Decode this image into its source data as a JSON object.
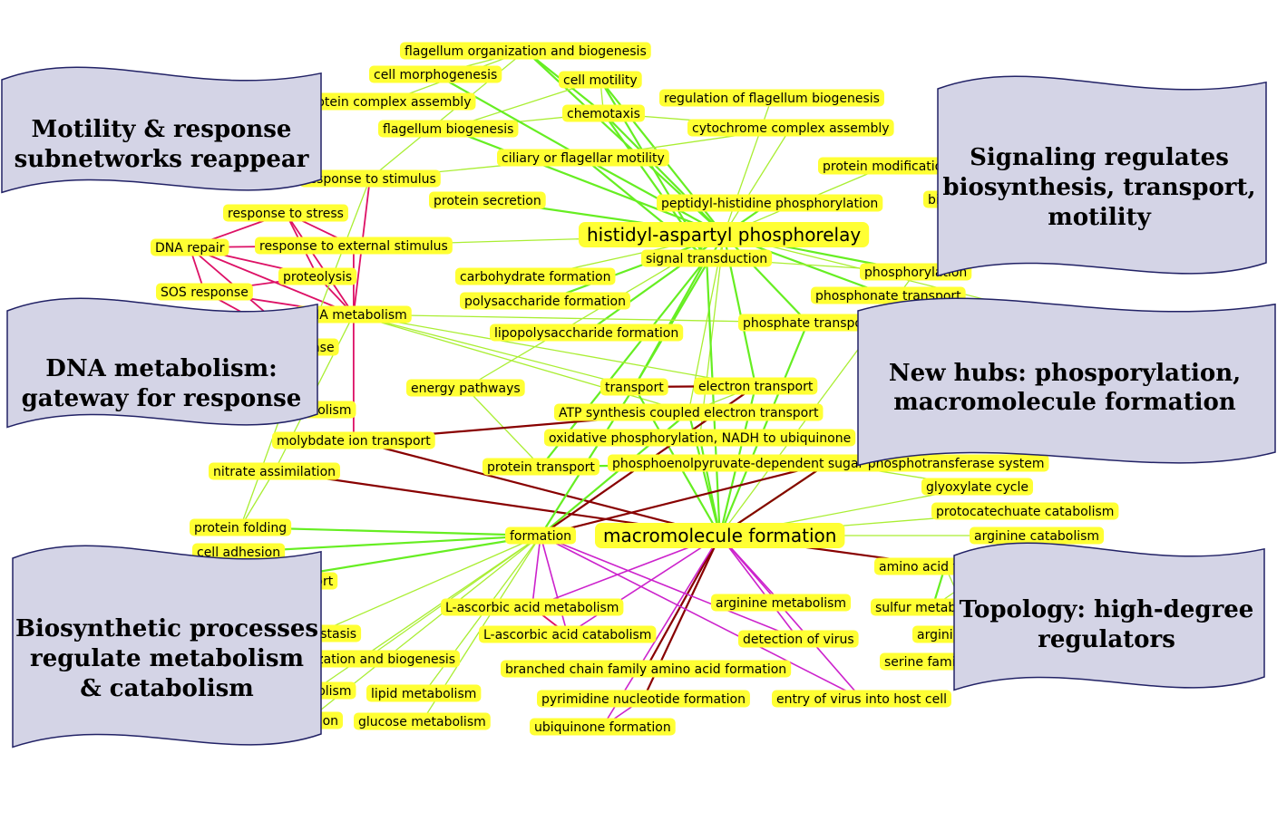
{
  "nodes": [
    {
      "id": "n_flag_org",
      "label": "flagellum organization and biogenesis"
    },
    {
      "id": "n_cell_morph",
      "label": "cell morphogenesis"
    },
    {
      "id": "n_cell_motility",
      "label": "cell motility"
    },
    {
      "id": "n_protein_complex",
      "label": "protein complex assembly"
    },
    {
      "id": "n_reg_flag",
      "label": "regulation of flagellum biogenesis"
    },
    {
      "id": "n_chemotaxis",
      "label": "chemotaxis"
    },
    {
      "id": "n_flag_bio",
      "label": "flagellum biogenesis"
    },
    {
      "id": "n_cytochrome",
      "label": "cytochrome complex assembly"
    },
    {
      "id": "n_ciliary",
      "label": "ciliary or flagellar motility"
    },
    {
      "id": "n_protein_mod",
      "label": "protein modification"
    },
    {
      "id": "n_resp_stimulus",
      "label": "response to stimulus"
    },
    {
      "id": "n_peptidyl",
      "label": "peptidyl-histidine phosphorylation"
    },
    {
      "id": "n_biosynthesis",
      "label": "biosynthesis"
    },
    {
      "id": "n_protein_secretion",
      "label": "protein secretion"
    },
    {
      "id": "n_resp_stress",
      "label": "response to stress"
    },
    {
      "id": "n_histidyl",
      "label": "histidyl-aspartyl phosphorelay"
    },
    {
      "id": "n_dna_repair",
      "label": "DNA repair"
    },
    {
      "id": "n_resp_external",
      "label": "response to external stimulus"
    },
    {
      "id": "n_signal",
      "label": "signal transduction"
    },
    {
      "id": "n_carb",
      "label": "carbohydrate formation"
    },
    {
      "id": "n_proteolysis",
      "label": "proteolysis"
    },
    {
      "id": "n_phosphorylation",
      "label": "phosphorylation"
    },
    {
      "id": "n_sos",
      "label": "SOS response"
    },
    {
      "id": "n_polysacch",
      "label": "polysaccharide formation"
    },
    {
      "id": "n_phosphonate",
      "label": "phosphonate transport"
    },
    {
      "id": "n_dna_metab",
      "label": "DNA metabolism"
    },
    {
      "id": "n_phosphate",
      "label": "phosphate transport"
    },
    {
      "id": "n_transport_r",
      "label": "transport"
    },
    {
      "id": "n_lipopoly",
      "label": "lipopolysaccharide formation"
    },
    {
      "id": "n_response_l",
      "label": "response"
    },
    {
      "id": "n_energy",
      "label": "energy pathways"
    },
    {
      "id": "n_transport",
      "label": "transport"
    },
    {
      "id": "n_electron",
      "label": "electron transport"
    },
    {
      "id": "n_atp",
      "label": "ATP synthesis coupled electron transport"
    },
    {
      "id": "n_metab_l",
      "label": "metabolism"
    },
    {
      "id": "n_oxphos",
      "label": "oxidative phosphorylation, NADH to ubiquinone"
    },
    {
      "id": "n_molybdate",
      "label": "molybdate ion transport"
    },
    {
      "id": "n_nitrate",
      "label": "nitrate assimilation"
    },
    {
      "id": "n_protein_transport",
      "label": "protein transport"
    },
    {
      "id": "n_pep",
      "label": "phosphoenolpyruvate-dependent sugar phosphotransferase system"
    },
    {
      "id": "n_glyoxylate",
      "label": "glyoxylate cycle"
    },
    {
      "id": "n_protocatechuate",
      "label": "protocatechuate catabolism"
    },
    {
      "id": "n_protein_folding",
      "label": "protein folding"
    },
    {
      "id": "n_formation",
      "label": "formation"
    },
    {
      "id": "n_macro",
      "label": "macromolecule formation"
    },
    {
      "id": "n_arginine_cat",
      "label": "arginine catabolism"
    },
    {
      "id": "n_cell_adhesion",
      "label": "cell adhesion"
    },
    {
      "id": "n_amino_acid",
      "label": "amino acid transport"
    },
    {
      "id": "n_oligopeptide",
      "label": "oligopeptide transport"
    },
    {
      "id": "n_lascorbic_met",
      "label": "L-ascorbic acid metabolism"
    },
    {
      "id": "n_arginine_met",
      "label": "arginine metabolism"
    },
    {
      "id": "n_sulfur",
      "label": "sulfur metabolism"
    },
    {
      "id": "n_homeostasis",
      "label": "homeostasis"
    },
    {
      "id": "n_lascorbic_cat",
      "label": "L-ascorbic acid catabolism"
    },
    {
      "id": "n_arginine_form",
      "label": "arginine formation"
    },
    {
      "id": "n_detection",
      "label": "detection of virus"
    },
    {
      "id": "n_organization",
      "label": "organization and biogenesis"
    },
    {
      "id": "n_serine",
      "label": "serine family amino acid metabolism"
    },
    {
      "id": "n_branched",
      "label": "branched chain family amino acid formation"
    },
    {
      "id": "n_metab_l2",
      "label": "metabolism"
    },
    {
      "id": "n_lipid",
      "label": "lipid metabolism"
    },
    {
      "id": "n_pyrimidine",
      "label": "pyrimidine nucleotide formation"
    },
    {
      "id": "n_entry",
      "label": "entry of virus into host cell"
    },
    {
      "id": "n_formation_l",
      "label": "formation"
    },
    {
      "id": "n_glucose",
      "label": "glucose metabolism"
    },
    {
      "id": "n_ubiquinone",
      "label": "ubiquinone formation"
    }
  ],
  "banners": {
    "motility": [
      "Motility & response",
      "subnetworks reappear"
    ],
    "signaling": [
      "Signaling regulates",
      "biosynthesis, transport,",
      "motility"
    ],
    "dna": [
      "DNA metabolism:",
      "gateway for response"
    ],
    "hubs": [
      "New hubs: phosporylation,",
      "macromolecule formation"
    ],
    "biosynthetic": [
      "Biosynthetic processes",
      "regulate metabolism",
      "& catabolism"
    ],
    "topology": [
      "Topology: high-degree",
      "regulators"
    ]
  },
  "colors": {
    "node_fill": "#ffff33",
    "hub_fill": "#ffff33",
    "activation_edge": "#66ee22",
    "activation_edge_light": "#aaee33",
    "inhibition_edge": "#dd1166",
    "inhibition_edge_dark": "#880000",
    "magenta_edge": "#cc22cc",
    "banner_fill": "#d4d4e6",
    "banner_stroke": "#222266"
  }
}
